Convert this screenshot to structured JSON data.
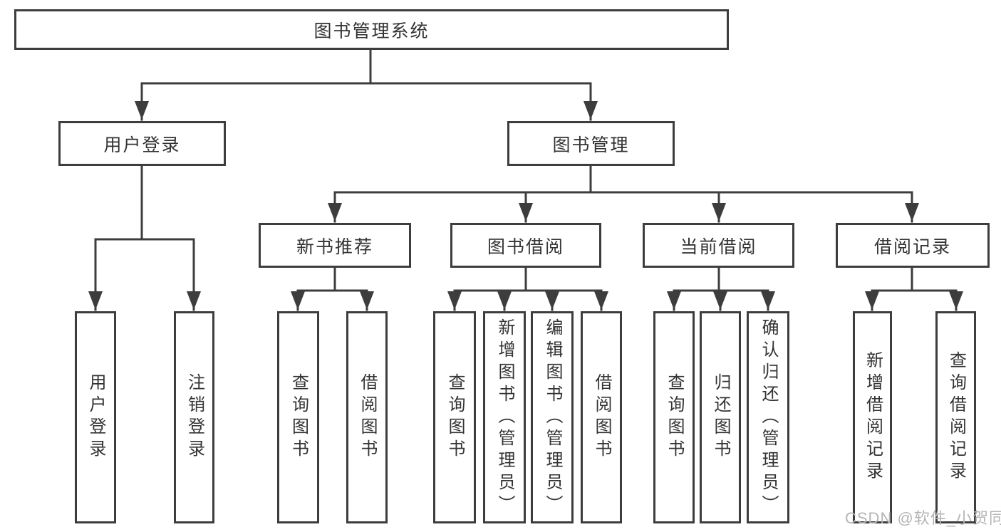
{
  "diagram": {
    "root": "图书管理系统",
    "level2": [
      "用户登录",
      "图书管理"
    ],
    "level3": [
      "新书推荐",
      "图书借阅",
      "当前借阅",
      "借阅记录"
    ],
    "leaves": {
      "login": [
        "用户登录",
        "注销登录"
      ],
      "recommend": [
        "查询图书",
        "借阅图书"
      ],
      "borrow": [
        "查询图书",
        "新增图书（管理员）",
        "编辑图书（管理员）",
        "借阅图书"
      ],
      "current": [
        "查询图书",
        "归还图书",
        "确认归还（管理员）"
      ],
      "records": [
        "新增借阅记录",
        "查询借阅记录"
      ]
    }
  },
  "watermark": "CSDN @软件_小贺同学",
  "colors": {
    "line": "#3d3d3d",
    "text": "#333333",
    "watermark_text": "#b5b5b5",
    "background": "#ffffff"
  }
}
